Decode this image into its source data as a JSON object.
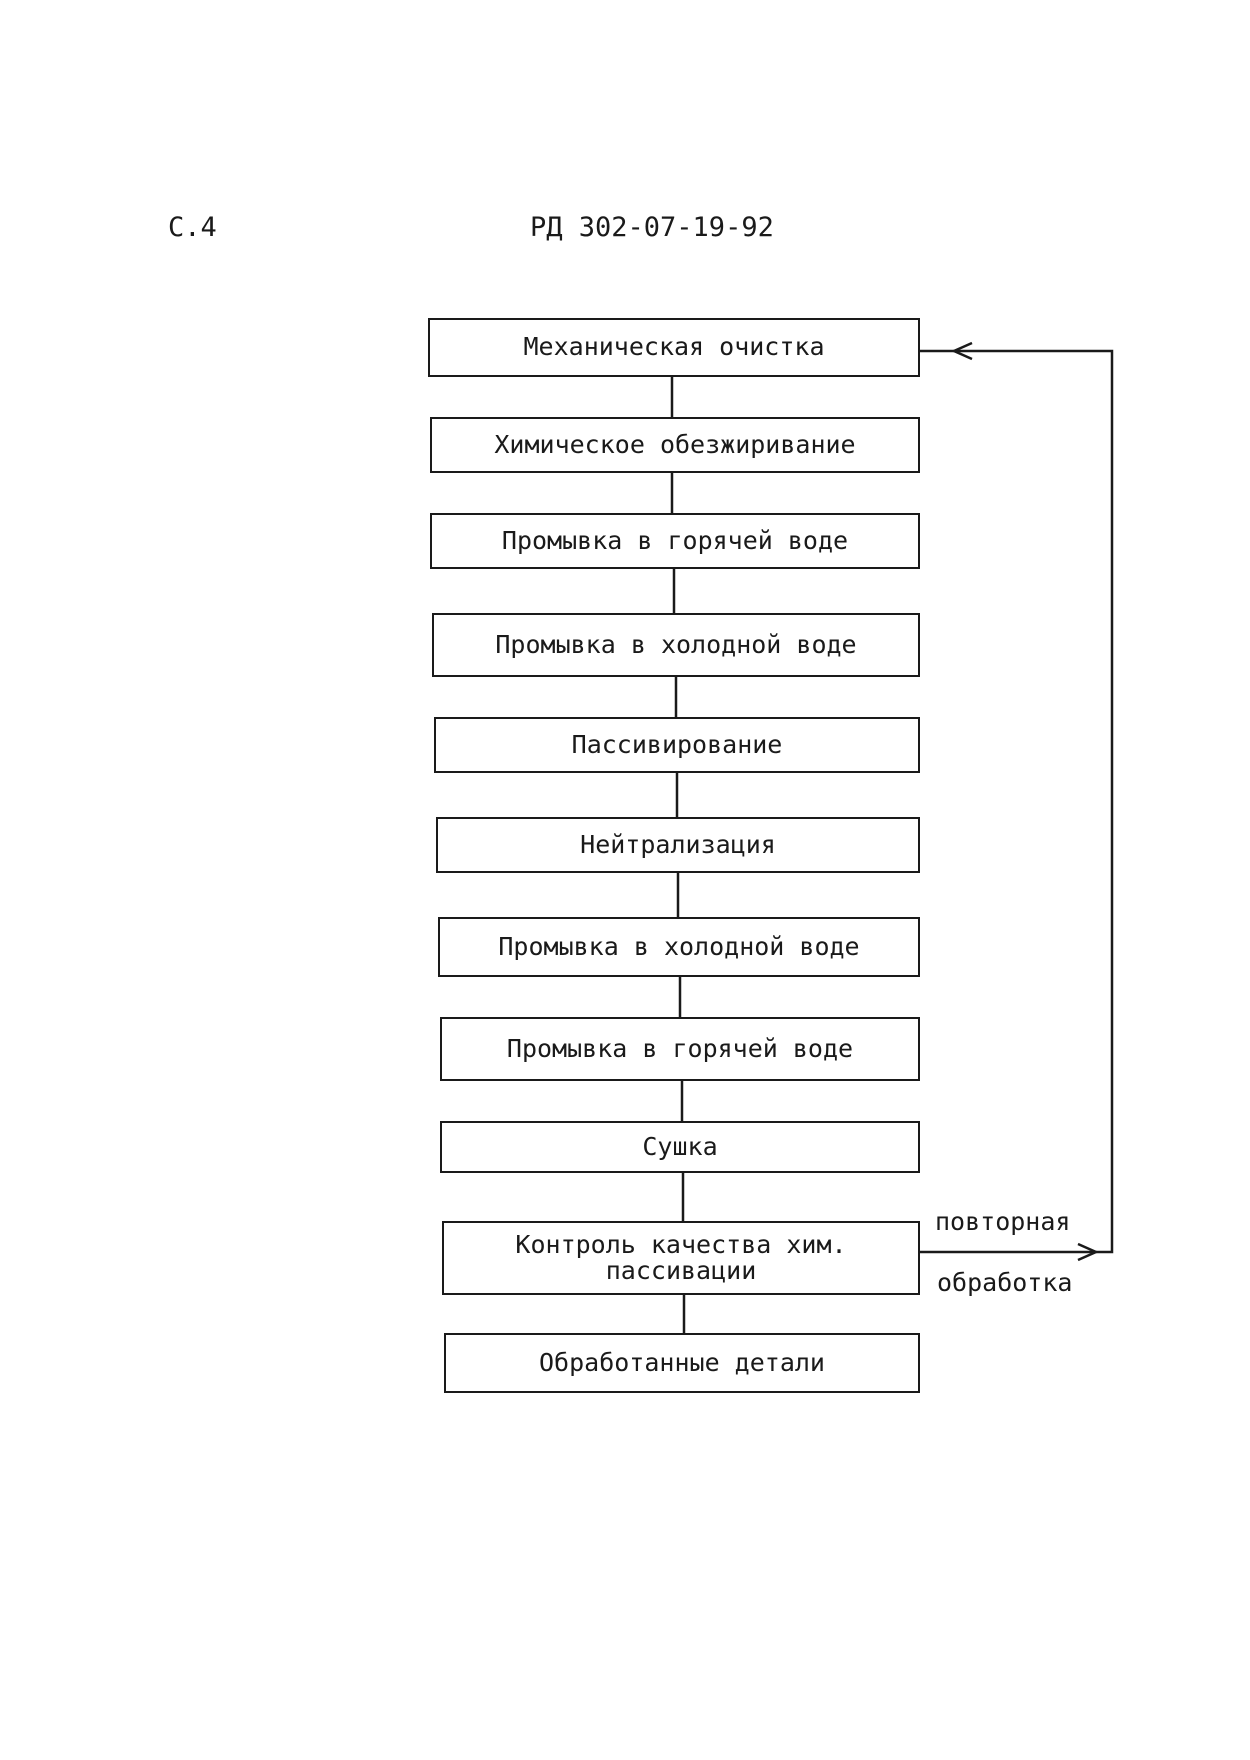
{
  "header": {
    "page": "С.4",
    "doc_code": "РД 302-07-19-92"
  },
  "steps": [
    {
      "label": "Механическая очистка"
    },
    {
      "label": "Химическое обезжиривание"
    },
    {
      "label": "Промывка в горячей воде"
    },
    {
      "label": "Промывка в холодной воде"
    },
    {
      "label": "Пассивирование"
    },
    {
      "label": "Нейтрализация"
    },
    {
      "label": "Промывка в холодной воде"
    },
    {
      "label": "Промывка в горячей воде"
    },
    {
      "label": "Сушка"
    },
    {
      "label_line1": "Контроль качества хим.",
      "label_line2": "пассивации"
    },
    {
      "label": "Обработанные детали"
    }
  ],
  "loop": {
    "label_top": "повторная",
    "label_bottom": "обработка"
  }
}
